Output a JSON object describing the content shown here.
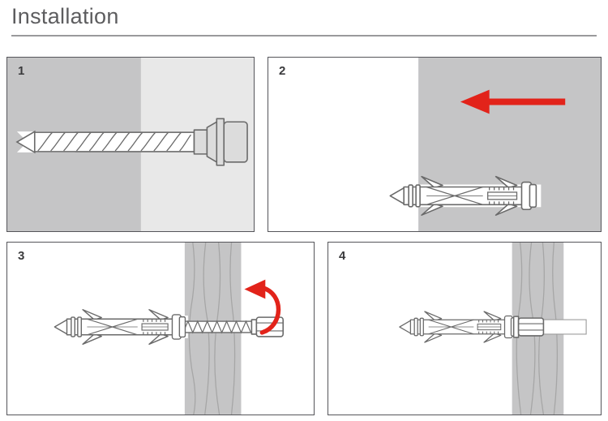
{
  "page": {
    "title": "Installation"
  },
  "panels": [
    {
      "number": "1",
      "illustration": "drill-bit-drilling-hole-in-wall"
    },
    {
      "number": "2",
      "illustration": "wall-plug-pushed-into-hole",
      "arrow_icon": "red-arrow-left"
    },
    {
      "number": "3",
      "illustration": "screw-turned-into-wall-plug",
      "arrow_icon": "red-rotation-arrow"
    },
    {
      "number": "4",
      "illustration": "screw-fully-seated-in-wall"
    }
  ],
  "colors": {
    "title_gray": "#5d5d5f",
    "divider_gray": "#9a9a9c",
    "panel_border": "#55555a",
    "wall_gray": "#c5c5c6",
    "wall_light_gray": "#e8e8e8",
    "grain_gray": "#a6a6a6",
    "outline_gray": "#6a6a6a",
    "arrow_red": "#e2231a",
    "step_number_gray": "#3a3a3c"
  }
}
